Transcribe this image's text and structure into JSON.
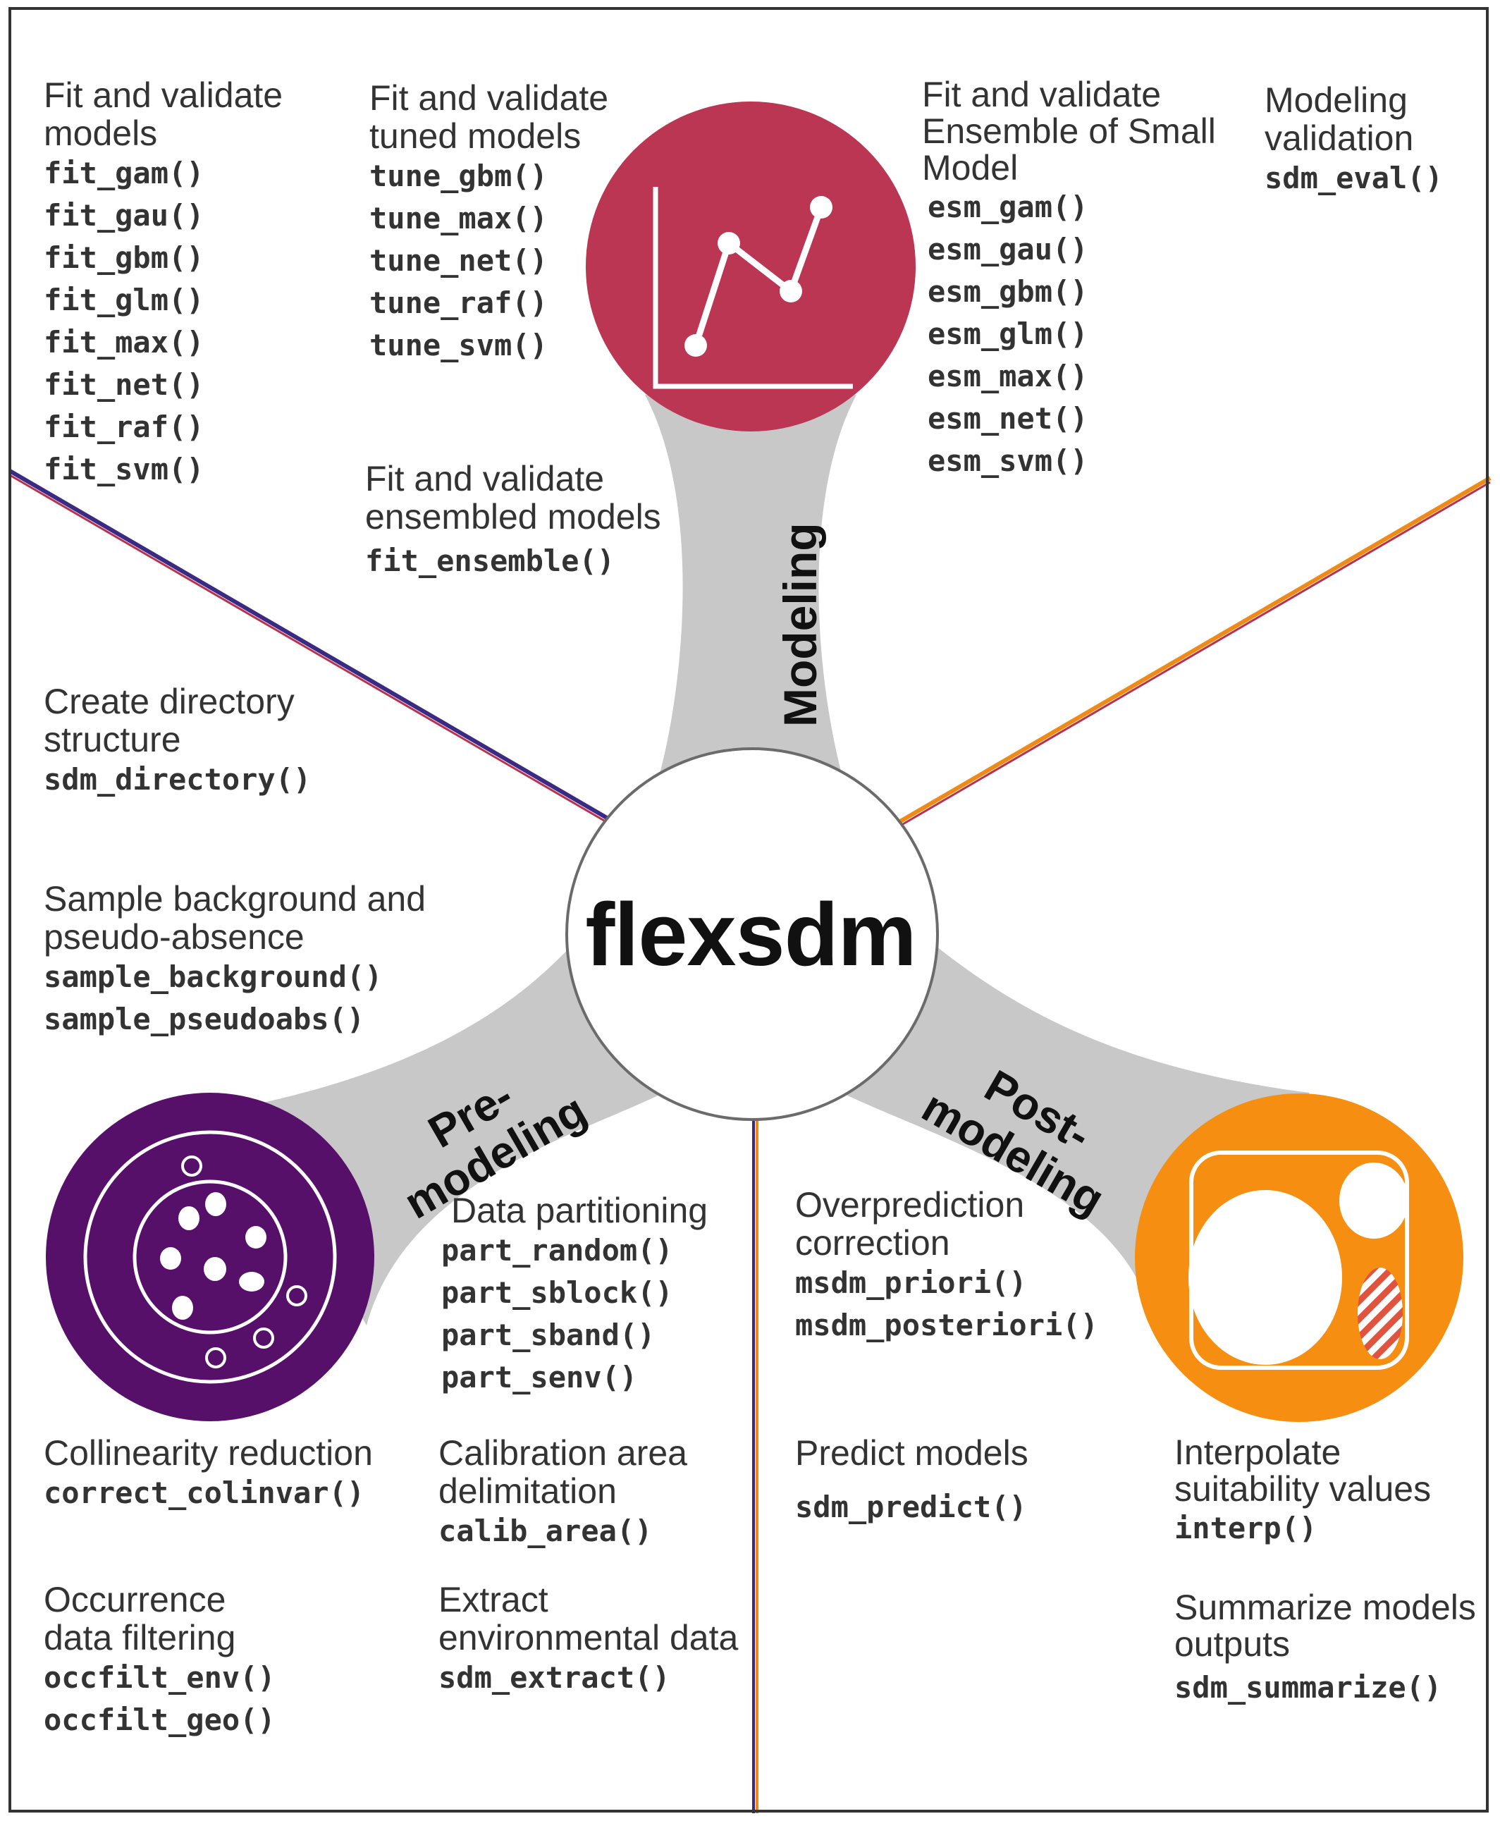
{
  "center": {
    "title": "flexsdm"
  },
  "stages": {
    "modeling": "Modeling",
    "premodeling": [
      "Pre-",
      "modeling"
    ],
    "postmodeling": [
      "Post-",
      "modeling"
    ]
  },
  "colors": {
    "modeling": "#bb3652",
    "premodeling": "#56106a",
    "postmodeling": "#f68e12",
    "connector": "#c9c8c9",
    "text": "#333333"
  },
  "icons": {
    "modeling": "line-chart-icon",
    "premodeling": "nested-circles-points-icon",
    "postmodeling": "map-areas-icon"
  },
  "groups": {
    "fit_models": {
      "desc": [
        "Fit and validate",
        "models"
      ],
      "functions": [
        "fit_gam()",
        "fit_gau()",
        "fit_gbm()",
        "fit_glm()",
        "fit_max()",
        "fit_net()",
        "fit_raf()",
        "fit_svm()"
      ]
    },
    "tune_models": {
      "desc": [
        "Fit and validate",
        "tuned models"
      ],
      "functions": [
        "tune_gbm()",
        "tune_max()",
        "tune_net()",
        "tune_raf()",
        "tune_svm()"
      ]
    },
    "esm_models": {
      "desc": [
        "Fit and validate",
        "Ensemble of Small",
        "Model"
      ],
      "functions": [
        "esm_gam()",
        "esm_gau()",
        "esm_gbm()",
        "esm_glm()",
        "esm_max()",
        "esm_net()",
        "esm_svm()"
      ]
    },
    "validation": {
      "desc": [
        "Modeling",
        "validation"
      ],
      "functions": [
        "sdm_eval()"
      ]
    },
    "ensemble": {
      "desc": [
        "Fit and validate",
        "ensembled models"
      ],
      "functions": [
        "fit_ensemble()"
      ]
    },
    "directory": {
      "desc": [
        "Create directory",
        "structure"
      ],
      "functions": [
        "sdm_directory()"
      ]
    },
    "sampling": {
      "desc": [
        "Sample background and",
        "pseudo-absence"
      ],
      "functions": [
        "sample_background()",
        "sample_pseudoabs()"
      ]
    },
    "partition": {
      "desc": [
        "Data partitioning"
      ],
      "functions": [
        "part_random()",
        "part_sblock()",
        "part_sband()",
        "part_senv()"
      ]
    },
    "overprediction": {
      "desc": [
        "Overprediction",
        "correction"
      ],
      "functions": [
        "msdm_priori()",
        "msdm_posteriori()"
      ]
    },
    "collinearity": {
      "desc": [
        "Collinearity reduction"
      ],
      "functions": [
        "correct_colinvar()"
      ]
    },
    "calibration": {
      "desc": [
        "Calibration area",
        "delimitation"
      ],
      "functions": [
        "calib_area()"
      ]
    },
    "predict": {
      "desc": [
        "Predict models"
      ],
      "functions": [
        "sdm_predict()"
      ]
    },
    "interpolate": {
      "desc": [
        "Interpolate",
        "suitability values"
      ],
      "functions": [
        "interp()"
      ]
    },
    "occfilter": {
      "desc": [
        "Occurrence",
        "data filtering"
      ],
      "functions": [
        "occfilt_env()",
        "occfilt_geo()"
      ]
    },
    "extract": {
      "desc": [
        "Extract",
        "environmental data"
      ],
      "functions": [
        "sdm_extract()"
      ]
    },
    "summarize": {
      "desc": [
        "Summarize models",
        "outputs"
      ],
      "functions": [
        "sdm_summarize()"
      ]
    }
  }
}
